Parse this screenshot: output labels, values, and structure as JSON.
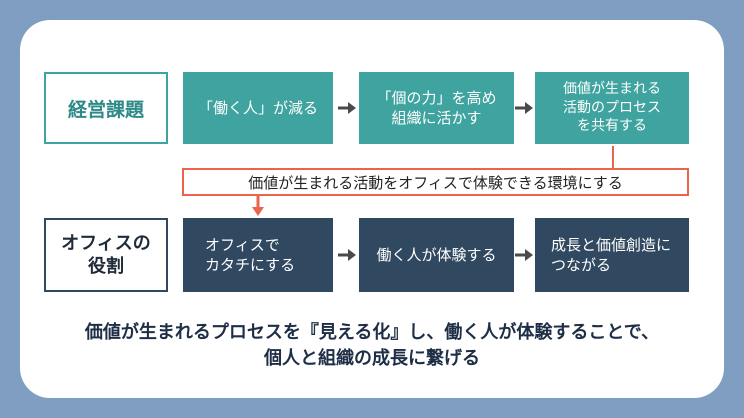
{
  "colors": {
    "background": "#7f9ec2",
    "teal": "#3fa39f",
    "navy": "#314861",
    "accent_orange": "#e8644a",
    "arrow_gray": "#4a4a4a"
  },
  "rows": {
    "management": {
      "label": "経営課題",
      "items": [
        "「働く人」が減る",
        "「個の力」を高め\n組織に活かす",
        "価値が生まれる\n活動のプロセス\nを共有する"
      ]
    },
    "office": {
      "label": "オフィスの\n役割",
      "items": [
        "オフィスで\nカタチにする",
        "働く人が体験する",
        "成長と価値創造に\nつながる"
      ]
    }
  },
  "banner": "価値が生まれる活動をオフィスで体験できる環境にする",
  "conclusion": {
    "line1": "価値が生まれるプロセスを『見える化』し、働く人が体験することで、",
    "line2": "個人と組織の成長に繋げる"
  }
}
